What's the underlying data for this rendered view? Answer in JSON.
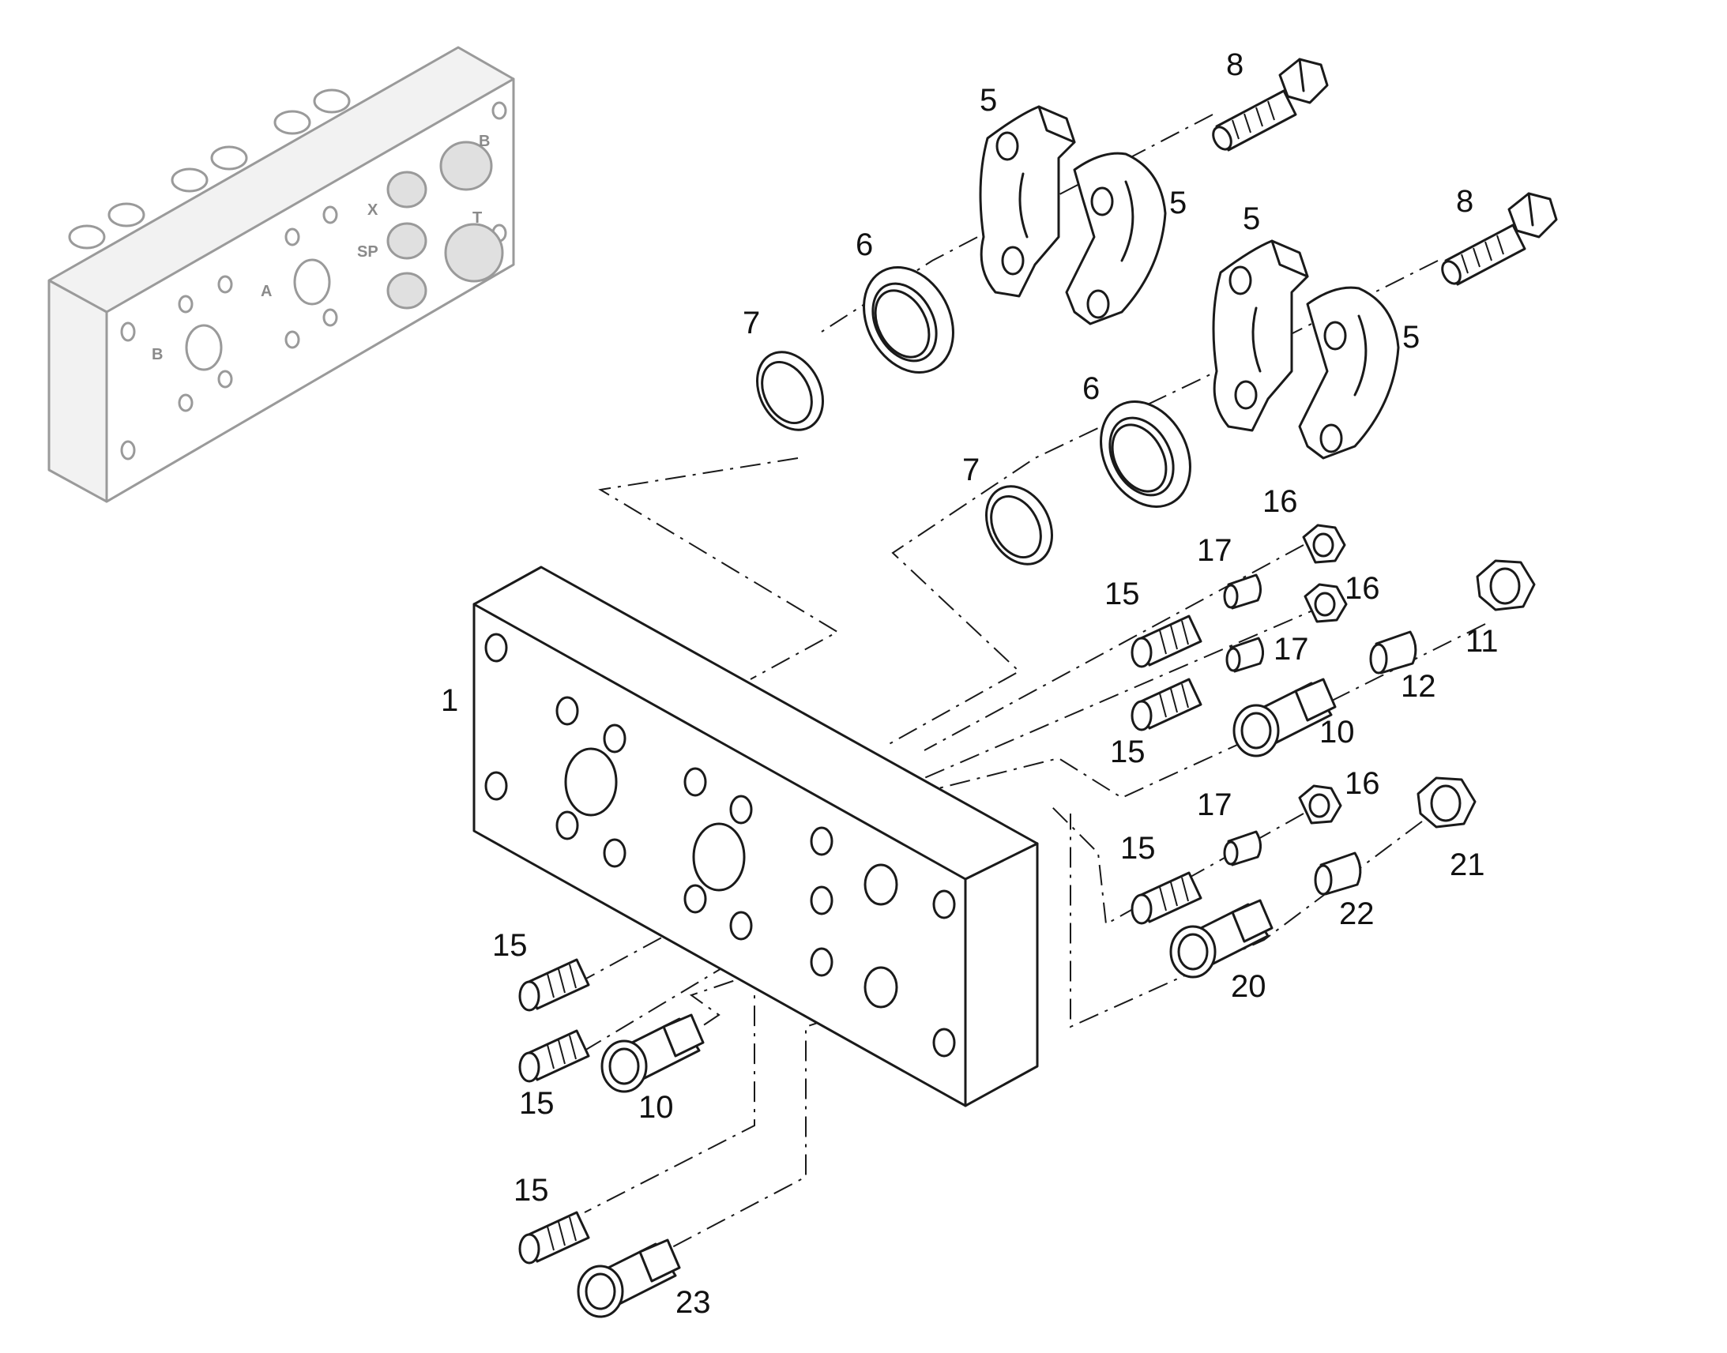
{
  "ghost_port_labels": [
    "B",
    "A",
    "X",
    "SP",
    "B",
    "T"
  ],
  "callouts": {
    "c1": "1",
    "c5a": "5",
    "c5b": "5",
    "c5c": "5",
    "c5d": "5",
    "c6a": "6",
    "c6b": "6",
    "c7a": "7",
    "c7b": "7",
    "c8a": "8",
    "c8b": "8",
    "c10a": "10",
    "c10b": "10",
    "c11": "11",
    "c12": "12",
    "c15a": "15",
    "c15b": "15",
    "c15c": "15",
    "c15d": "15",
    "c15e": "15",
    "c15f": "15",
    "c16a": "16",
    "c16b": "16",
    "c16c": "16",
    "c17a": "17",
    "c17b": "17",
    "c17c": "17",
    "c20": "20",
    "c21": "21",
    "c22": "22",
    "c23": "23"
  }
}
